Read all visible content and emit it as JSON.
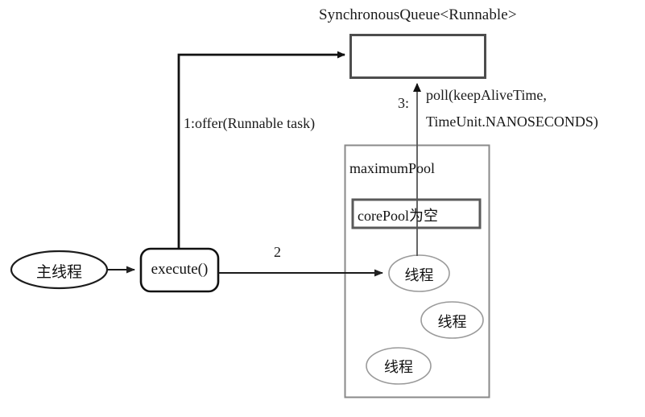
{
  "diagram": {
    "title": "SynchronousQueue<Runnable>",
    "colors": {
      "stroke_dark": "#111111",
      "stroke_queue": "#4d4d4d",
      "stroke_pool": "#808080",
      "stroke_oval": "#9a9a9a",
      "stroke_core": "#5a5a5a",
      "text": "#1a1a1a",
      "background": "#ffffff"
    },
    "nodes": {
      "queue_box": {
        "label": "SynchronousQueue<Runnable>",
        "shape": "rectangle"
      },
      "main_thread": {
        "label": "主线程",
        "shape": "ellipse"
      },
      "execute": {
        "label": "execute()",
        "shape": "rounded-rectangle"
      },
      "maximum_pool": {
        "label": "maximumPool",
        "shape": "rectangle"
      },
      "core_pool": {
        "label": "corePool为空",
        "shape": "rectangle"
      },
      "thread_1": {
        "label": "线程",
        "shape": "ellipse"
      },
      "thread_2": {
        "label": "线程",
        "shape": "ellipse"
      },
      "thread_3": {
        "label": "线程",
        "shape": "ellipse"
      }
    },
    "edges": [
      {
        "id": "edge-offer",
        "from": "execute",
        "to": "queue_box",
        "label": "1:offer(Runnable task)"
      },
      {
        "id": "edge-poll",
        "from": "thread_1",
        "to": "queue_box",
        "label_number": "3:",
        "label_line1": "poll(keepAliveTime,",
        "label_line2": "TimeUnit.NANOSECONDS)"
      },
      {
        "id": "edge-main-execute",
        "from": "main_thread",
        "to": "execute",
        "label": ""
      },
      {
        "id": "edge-execute-thread",
        "from": "execute",
        "to": "thread_1",
        "label": "2"
      }
    ]
  }
}
